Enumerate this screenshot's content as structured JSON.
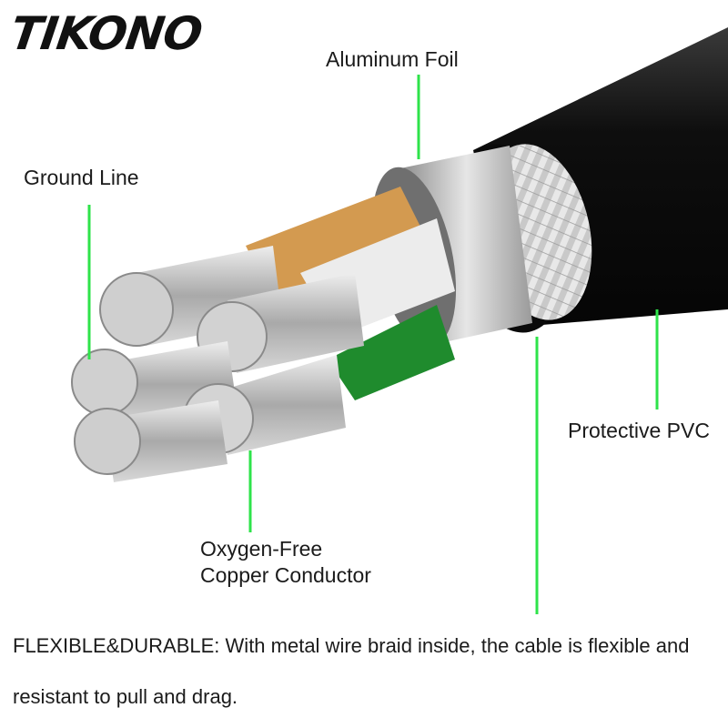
{
  "brand": {
    "logo_text": "TIKONO"
  },
  "labels": {
    "aluminum_foil": "Aluminum Foil",
    "ground_line": "Ground Line",
    "protective_pvc": "Protective PVC",
    "conductor_line1": "Oxygen-Free",
    "conductor_line2": "Copper Conductor"
  },
  "description": "FLEXIBLE&DURABLE: With metal wire braid inside, the cable is flexible and resistant to pull and drag.",
  "colors": {
    "callout_line": "#2ee34a",
    "jacket": "#151515",
    "foil": "#b8b8b8",
    "copper_insulation": "#d9a15a",
    "green_insulation": "#1e8a2c",
    "white_insulation": "#e9e9e9"
  }
}
